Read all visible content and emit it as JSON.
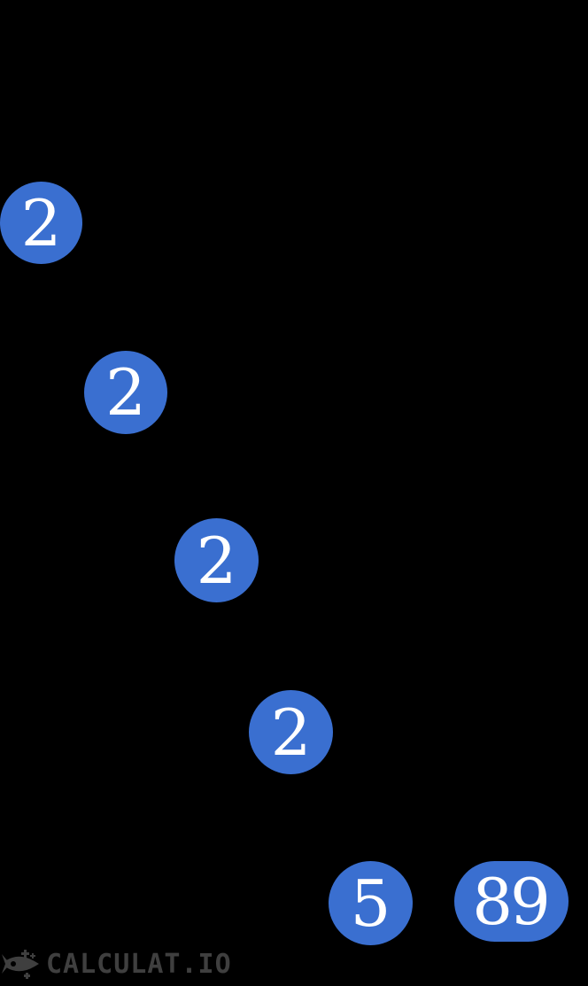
{
  "colors": {
    "background": "#000000",
    "node_fill": "#3A6FD0",
    "node_text": "#FFFFFF",
    "watermark": "#3F3F3F"
  },
  "factor_tree": {
    "type": "prime-factor-tree",
    "visible_leaf_nodes": [
      {
        "label": "2",
        "shape": "circle"
      },
      {
        "label": "2",
        "shape": "circle"
      },
      {
        "label": "2",
        "shape": "circle"
      },
      {
        "label": "2",
        "shape": "circle"
      },
      {
        "label": "5",
        "shape": "circle"
      },
      {
        "label": "89",
        "shape": "stadium"
      }
    ]
  },
  "watermark": {
    "icon": "rocket-icon",
    "text": "CALCULAT.IO"
  }
}
